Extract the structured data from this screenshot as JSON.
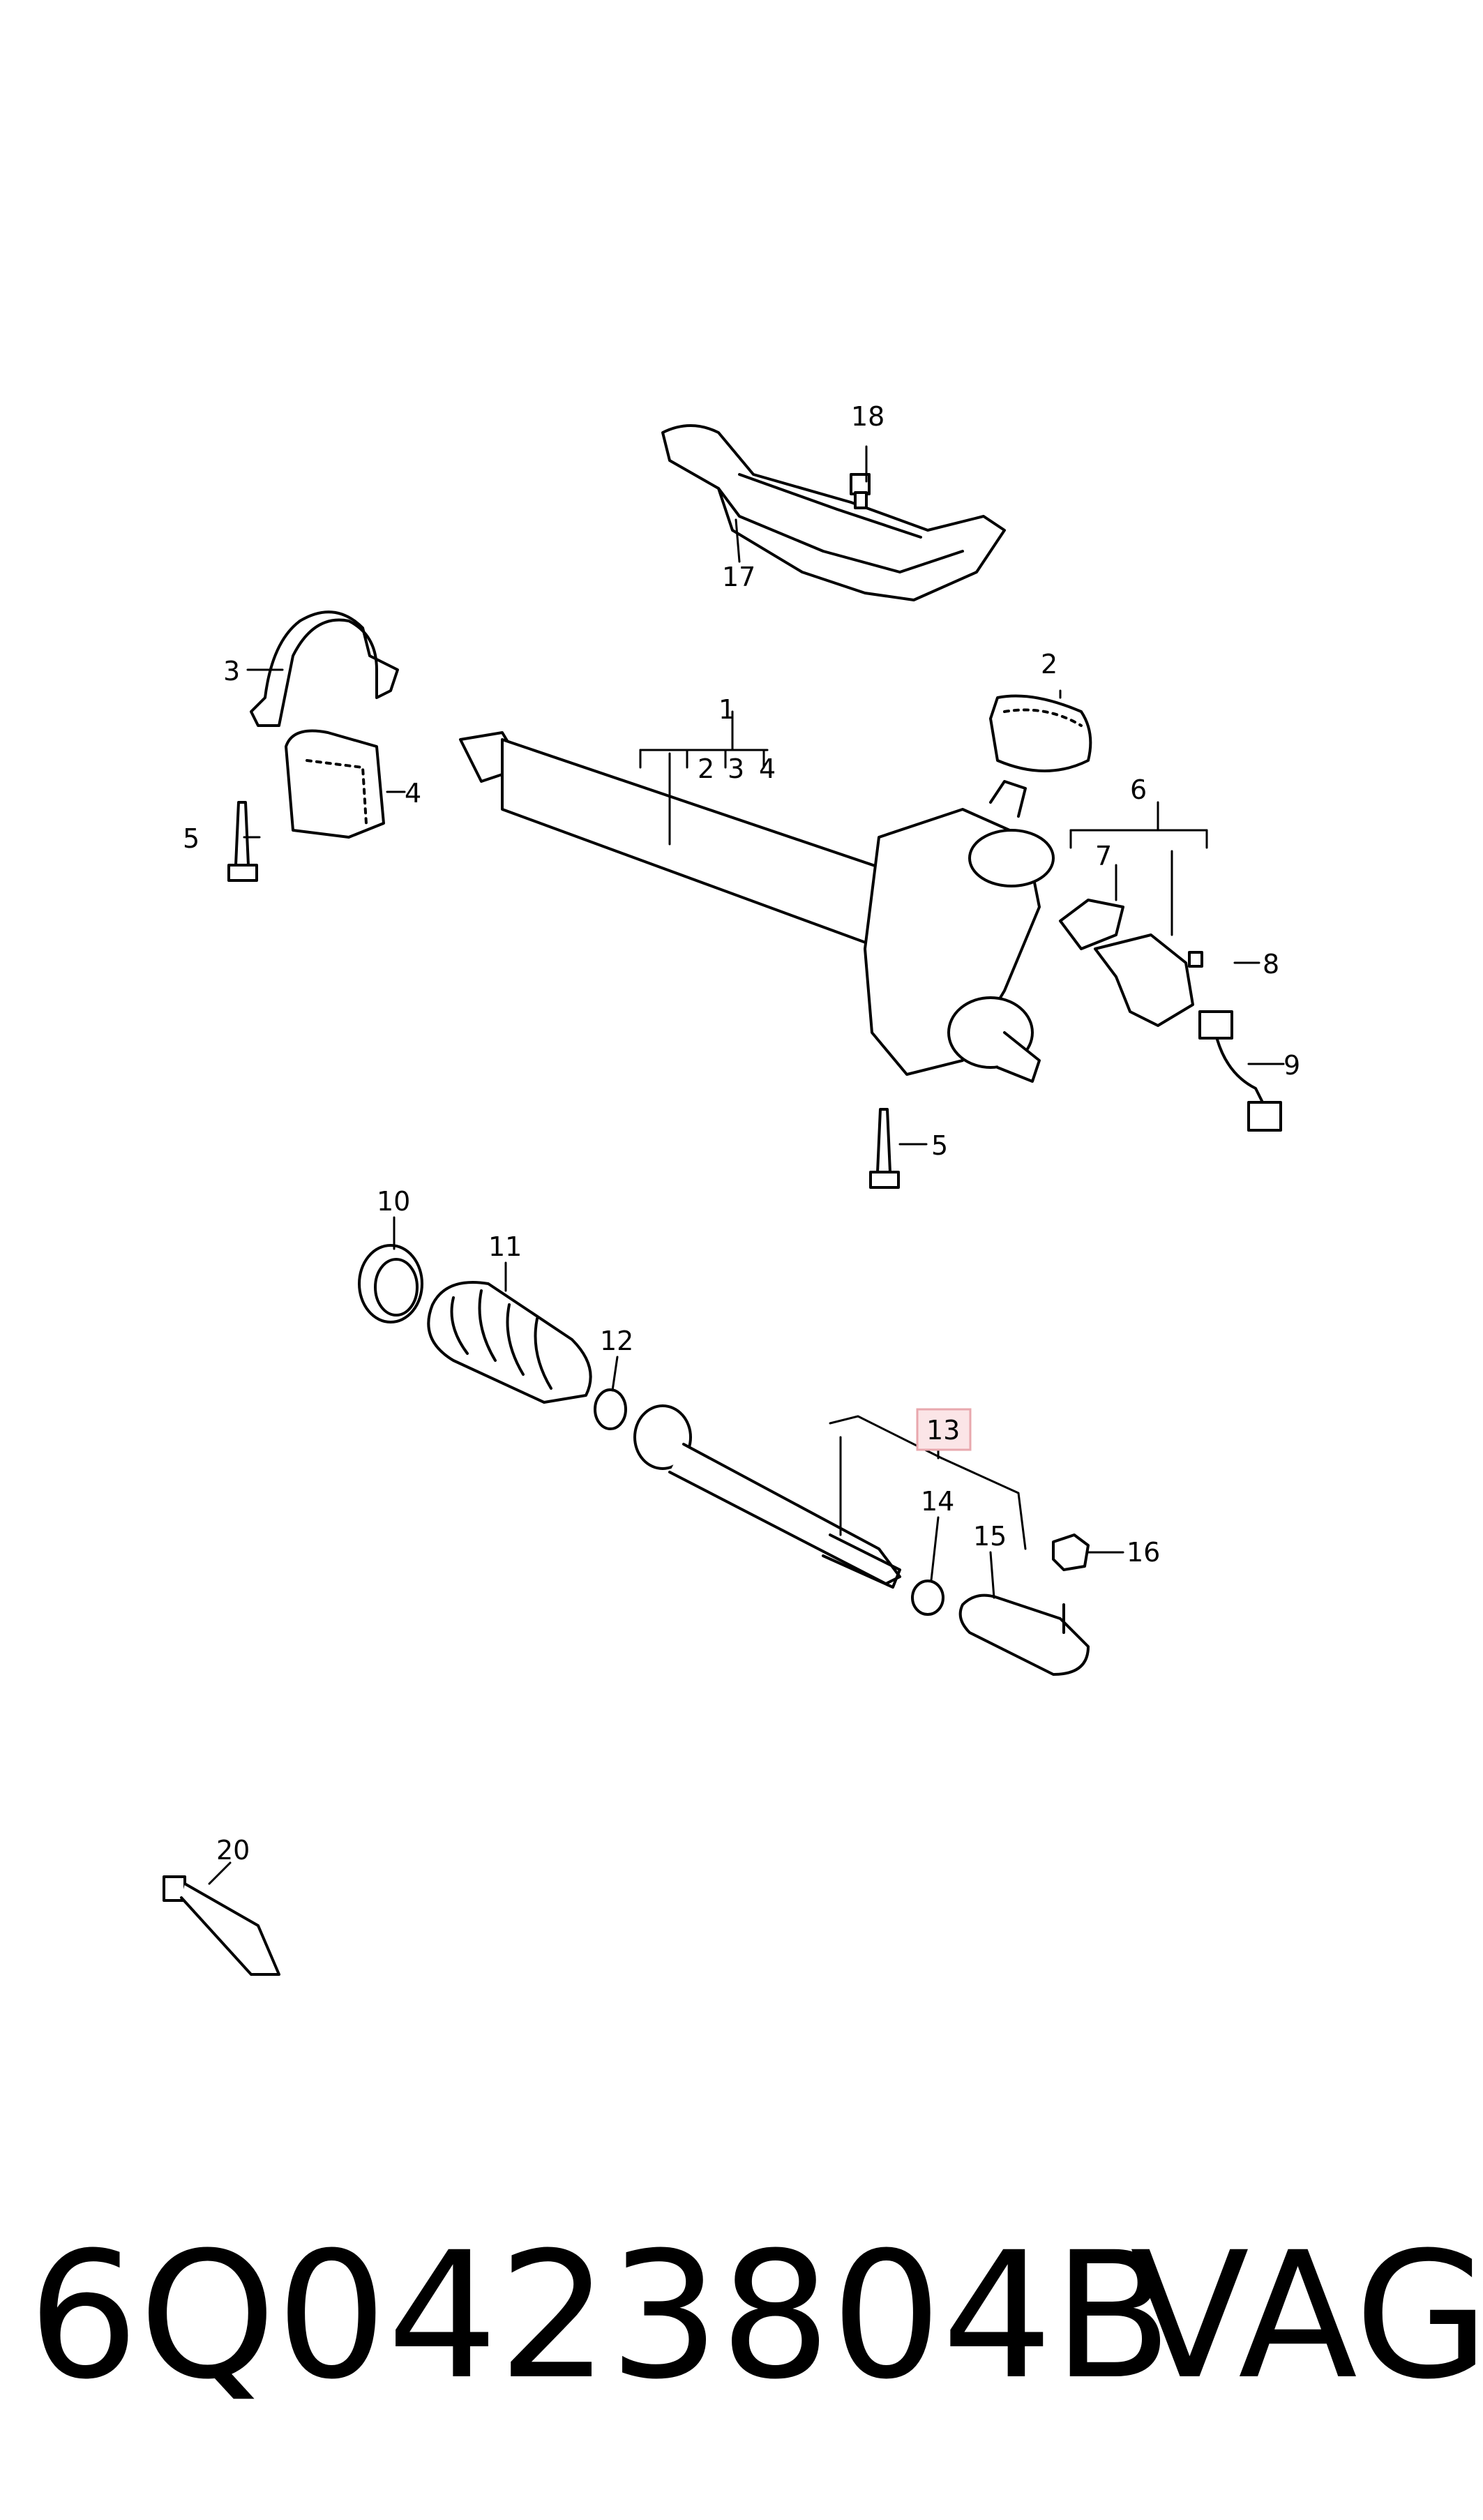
{
  "callouts": {
    "c1": "1",
    "c2a": "2",
    "c2b": "2",
    "c3a": "3",
    "c3b": "3",
    "c4a": "4",
    "c4b": "4",
    "c5a": "5",
    "c5b": "5",
    "c6": "6",
    "c7": "7",
    "c8": "8",
    "c9": "9",
    "c10": "10",
    "c11": "11",
    "c12": "12",
    "c13": "13",
    "c14": "14",
    "c15": "15",
    "c16": "16",
    "c17": "17",
    "c18": "18",
    "c20": "20"
  },
  "highlight_color": "#e8a8ae",
  "footer": {
    "part_number": "6Q0423804B",
    "brand": "VAG"
  }
}
